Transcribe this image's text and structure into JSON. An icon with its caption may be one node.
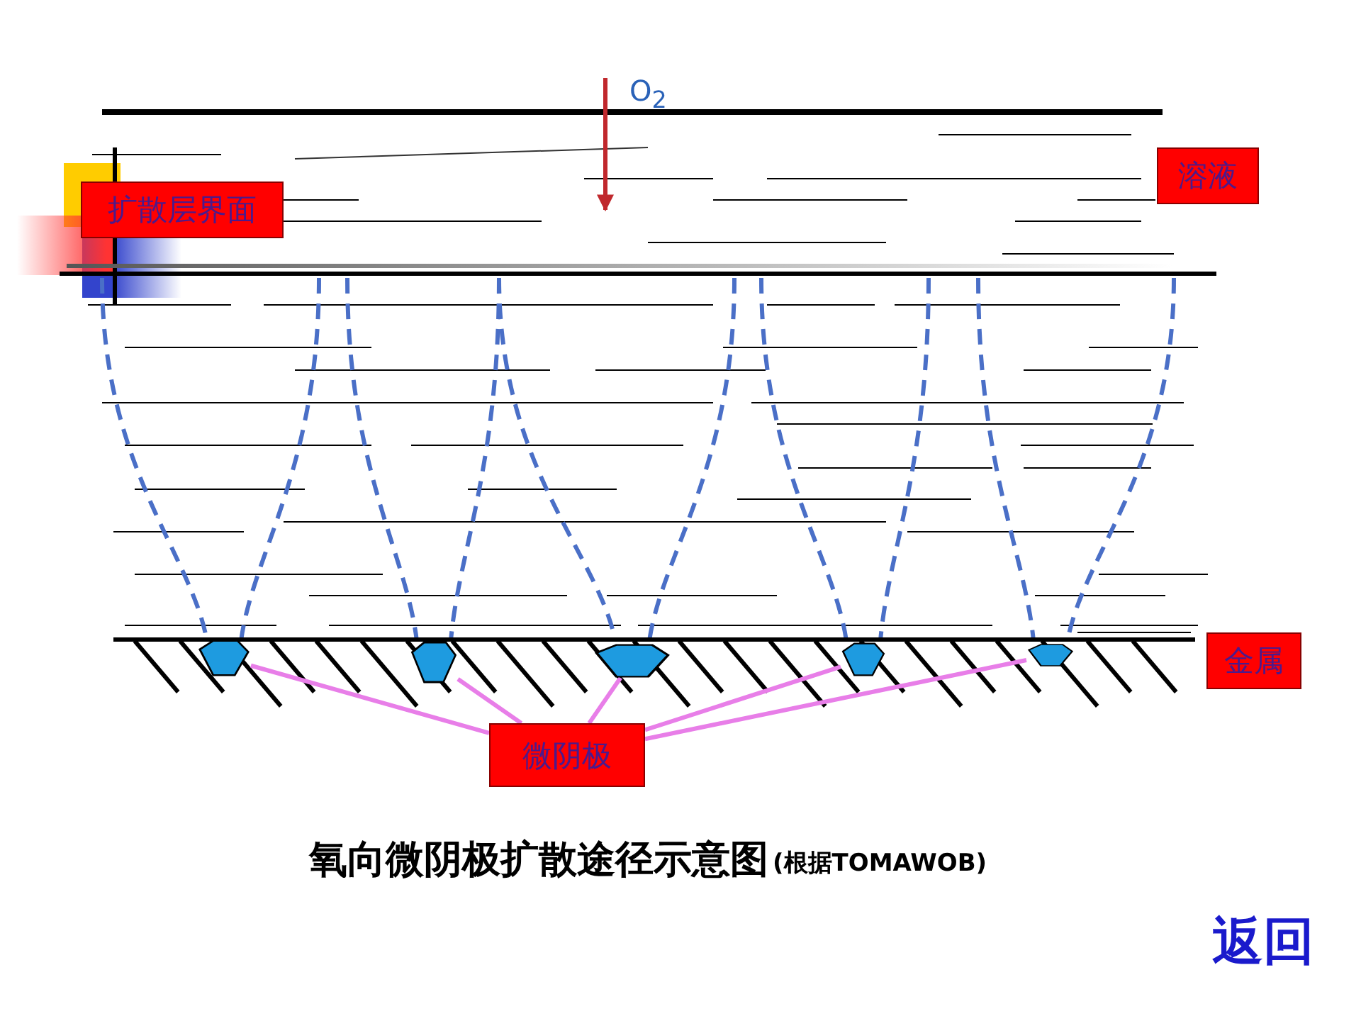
{
  "diagram": {
    "caption": "氧向微阴极扩散途径示意图",
    "nodes": [
      {
        "text": [
          "扩散层界面"
        ]
      },
      {
        "text": [
          "溶液"
        ]
      },
      {
        "text": [
          "金属"
        ]
      },
      {
        "text": [],
        "shape": "pentagon"
      },
      {
        "text": [],
        "shape": "pentagon"
      },
      {
        "text": [],
        "shape": "pentagon"
      },
      {
        "text": [],
        "shape": "pentagon"
      },
      {
        "text": [],
        "shape": "pentagon"
      },
      {
        "text": [
          "微阴极"
        ]
      }
    ],
    "edges": [
      {
        "from": 8,
        "to": 3,
        "arrow": "none"
      },
      {
        "from": 8,
        "to": 4,
        "arrow": "none"
      },
      {
        "from": 8,
        "to": 5,
        "arrow": "none"
      },
      {
        "from": 8,
        "to": 6,
        "arrow": "none"
      },
      {
        "from": 8,
        "to": 7,
        "arrow": "none"
      }
    ],
    "labels": [
      "O$_{2}$",
      "(根据TOMAWOB)",
      "返回"
    ]
  }
}
